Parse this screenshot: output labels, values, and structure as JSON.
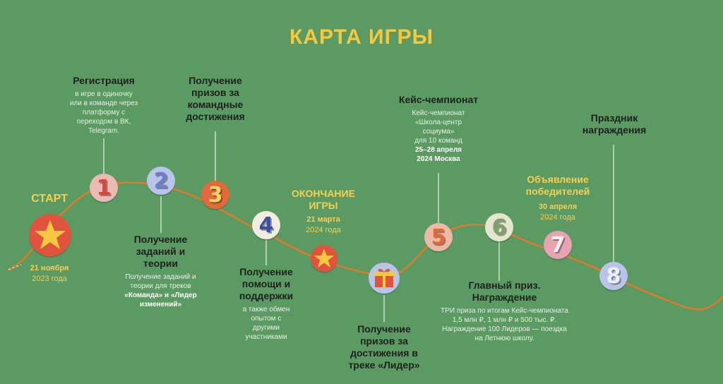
{
  "title": "КАРТА ИГРЫ",
  "colors": {
    "background": "#5b9a63",
    "accent": "#f5c842",
    "path": "#e07a2c",
    "heading": "#1f1f1f"
  },
  "start": {
    "label": "СТАРТ",
    "date_line1": "21 ноября",
    "date_line2": "2023 года"
  },
  "end_game": {
    "line1": "ОКОНЧАНИЕ",
    "line2": "ИГРЫ",
    "date_line1": "21 марта",
    "date_line2": "2024 года"
  },
  "stages": [
    {
      "num": "1",
      "title": "Регистрация",
      "lines": [
        "в игре в одиночку",
        "или в команде через",
        "платформу с",
        "переходом в ВК,",
        "Telegram."
      ]
    },
    {
      "num": "2",
      "title_lines": [
        "Получение",
        "заданий и",
        "теории"
      ],
      "lines": [
        "Получение заданий и",
        "теории для треков"
      ],
      "bold_lines": [
        "«Команда» и «Лидер",
        "изменений»"
      ]
    },
    {
      "num": "3",
      "title_lines": [
        "Получение",
        "призов за",
        "командные",
        "достижения"
      ]
    },
    {
      "num": "4",
      "title_lines": [
        "Получение",
        "помощи и",
        "поддержки"
      ],
      "lines": [
        "а также обмен",
        "опытом с",
        "другими",
        "участниками"
      ]
    },
    {
      "num": "",
      "title_lines": [
        "Получение",
        "призов за",
        "достижения в",
        "треке «Лидер»"
      ]
    },
    {
      "num": "5",
      "title": "Кейс-чемпионат",
      "lines": [
        "Кейс-чемпионат",
        "«Школа-центр",
        "социума»",
        "для 10 команд"
      ],
      "bold_lines": [
        "25–28 апреля",
        "2024 Москва"
      ]
    },
    {
      "num": "6",
      "title_lines": [
        "Главный приз.",
        "Награждение"
      ],
      "lines": [
        "ТРИ приза по итогам Кейс-чемпионата",
        "1,5 млн ₽, 1 млн ₽ и 500 тыс. ₽.",
        "Награждение 100  Лидеров — поездка",
        "на Летнюю школу."
      ]
    },
    {
      "num": "7",
      "title_lines": [
        "Объявление",
        "победителей"
      ],
      "date_line1": "30 апреля",
      "date_line2": "2024 года"
    },
    {
      "num": "8",
      "title_lines": [
        "Праздник",
        "награждения"
      ]
    }
  ]
}
